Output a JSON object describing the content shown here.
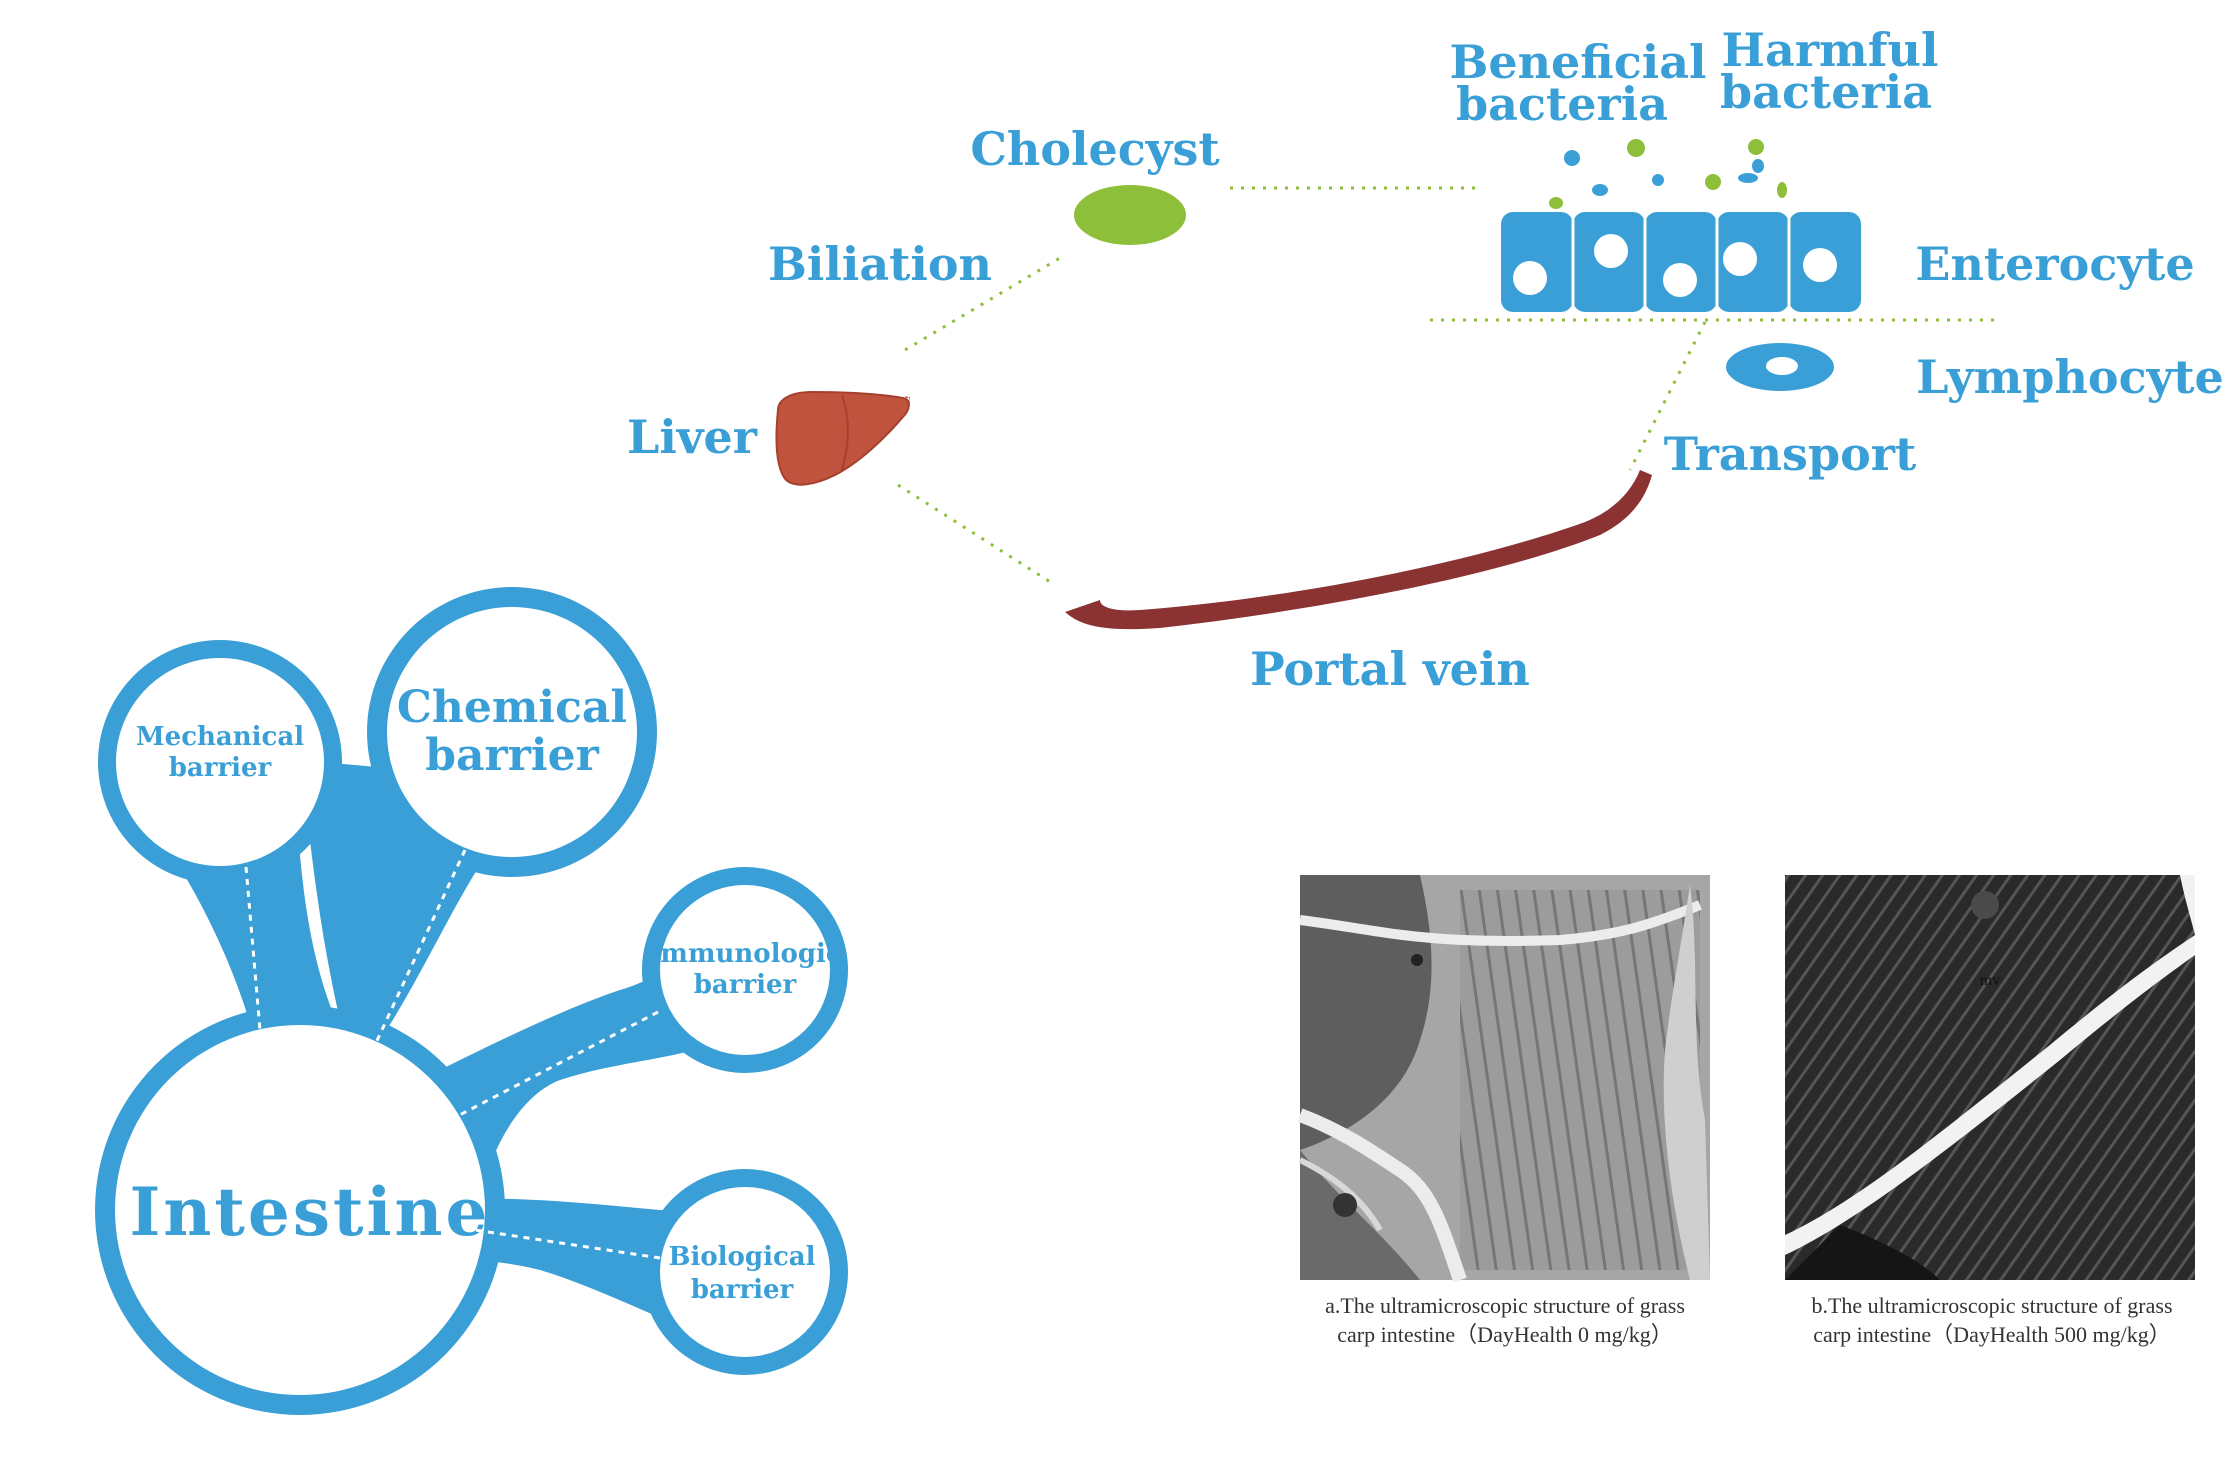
{
  "colors": {
    "blue": "#3a9fd6",
    "green": "#8dbf3a",
    "vein": "#8b3232",
    "liver": "#c0533d",
    "white": "#ffffff"
  },
  "labels": {
    "beneficial_1": "Beneficial",
    "beneficial_2": "bacteria",
    "harmful_1": "Harmful",
    "harmful_2": "bacteria",
    "cholecyst": "Cholecyst",
    "biliation": "Biliation",
    "enterocyte": "Enterocyte",
    "lymphocyte": "Lymphocyte",
    "liver": "Liver",
    "transport": "Transport",
    "portal_vein": "Portal vein"
  },
  "barriers": {
    "center": "Intestine",
    "mechanical_1": "Mechanical",
    "mechanical_2": "barrier",
    "chemical_1": "Chemical",
    "chemical_2": "barrier",
    "immunologic_1": "Immunologic",
    "immunologic_2": "barrier",
    "biological_1": "Biological",
    "biological_2": "barrier"
  },
  "micrographs": {
    "a": {
      "caption_1": "a.The ultramicroscopic structure of grass",
      "caption_2": "carp intestine（DayHealth 0 mg/kg）"
    },
    "b": {
      "caption_1": "b.The ultramicroscopic structure of grass",
      "caption_2": "carp intestine（DayHealth 500 mg/kg）",
      "inset_label": "mv"
    }
  }
}
